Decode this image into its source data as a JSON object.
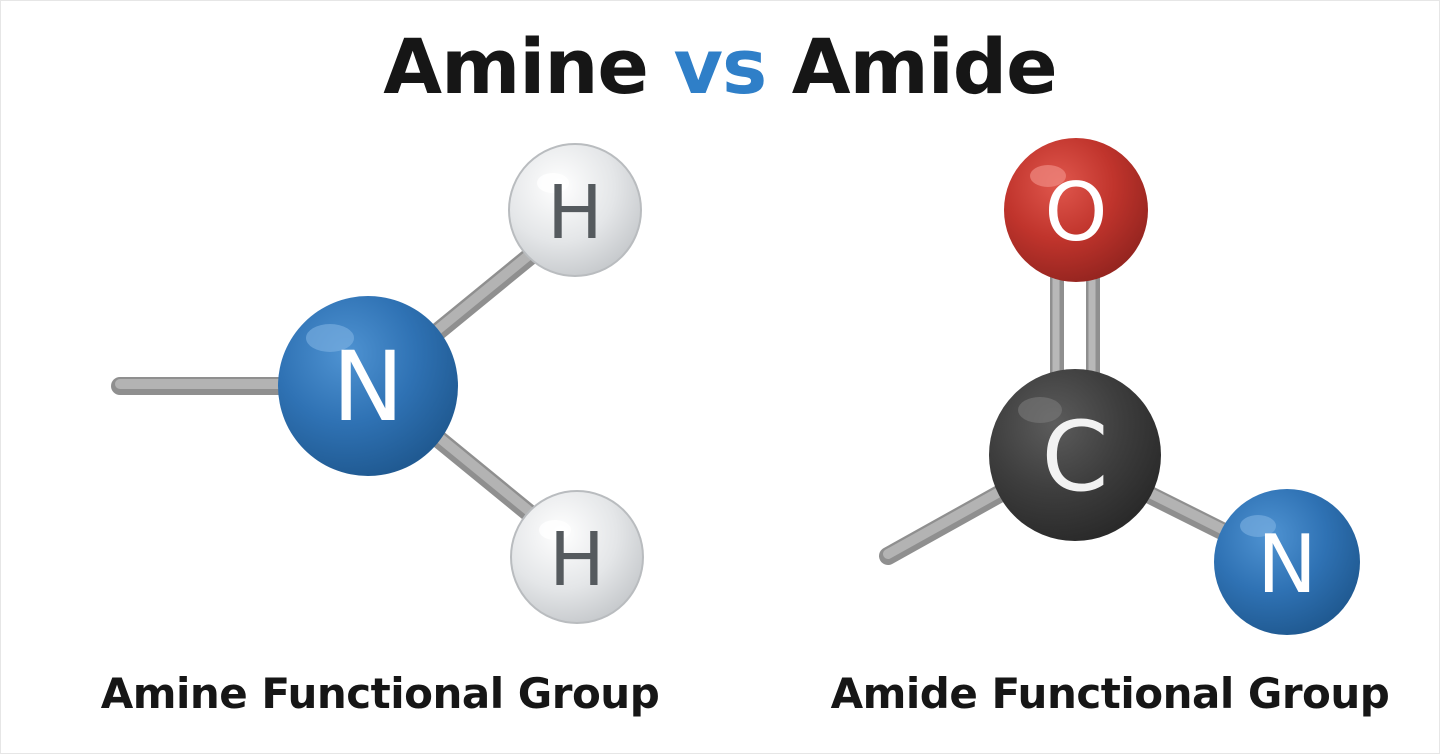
{
  "title": {
    "part1": "Amine",
    "part2": "vs",
    "part3": "Amide"
  },
  "amine": {
    "caption": "Amine Functional Group",
    "atoms": {
      "center": "N",
      "top": "H",
      "bottom": "H"
    }
  },
  "amide": {
    "caption": "Amide Functional Group",
    "atoms": {
      "top": "O",
      "center": "C",
      "right": "N"
    }
  },
  "colors": {
    "title_text": "#161616",
    "vs_accent": "#2f7fc8",
    "nitrogen": "#2f6fae",
    "hydrogen": "#e6e7e8",
    "oxygen": "#c0342c",
    "carbon": "#3e3e3e",
    "bond": "#a9a9a9"
  }
}
